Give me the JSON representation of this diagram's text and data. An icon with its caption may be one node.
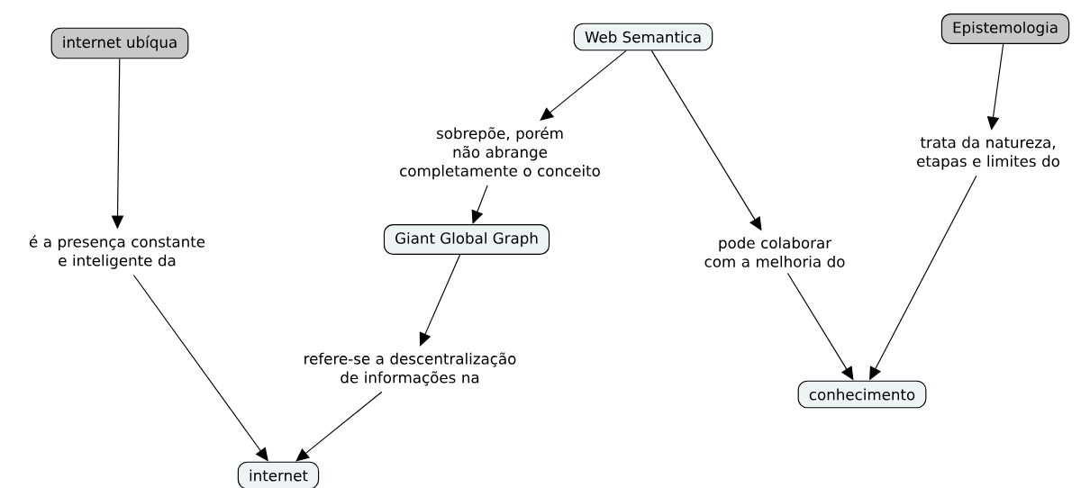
{
  "diagram": {
    "nodes": [
      {
        "text": [
          "internet ubíqua"
        ]
      },
      {
        "text": [
          "Web Semantica"
        ]
      },
      {
        "text": [
          "Epistemologia"
        ]
      },
      {
        "text": [
          "sobrepõe, porém não abrange completamente o conceito"
        ]
      },
      {
        "text": [
          "trata da natureza, etapas e limites do"
        ]
      },
      {
        "text": [
          "Giant Global Graph"
        ]
      },
      {
        "text": [
          "é a presença constante e inteligente da"
        ]
      },
      {
        "text": [
          "pode colaborar com a melhoria do"
        ]
      },
      {
        "text": [
          "refere-se a descentralização de informações na"
        ]
      },
      {
        "text": [
          "conhecimento"
        ]
      },
      {
        "text": [
          "internet"
        ]
      }
    ],
    "edges": [
      {
        "from": 0,
        "to": 6,
        "arrow": "to"
      },
      {
        "from": 6,
        "to": 10,
        "arrow": "to"
      },
      {
        "from": 1,
        "to": 3,
        "arrow": "to"
      },
      {
        "from": 3,
        "to": 5,
        "arrow": "to"
      },
      {
        "from": 5,
        "to": 8,
        "arrow": "to"
      },
      {
        "from": 8,
        "to": 10,
        "arrow": "to"
      },
      {
        "from": 1,
        "to": 7,
        "arrow": "to"
      },
      {
        "from": 7,
        "to": 9,
        "arrow": "to"
      },
      {
        "from": 2,
        "to": 4,
        "arrow": "to"
      },
      {
        "from": 4,
        "to": 9,
        "arrow": "to"
      }
    ]
  }
}
